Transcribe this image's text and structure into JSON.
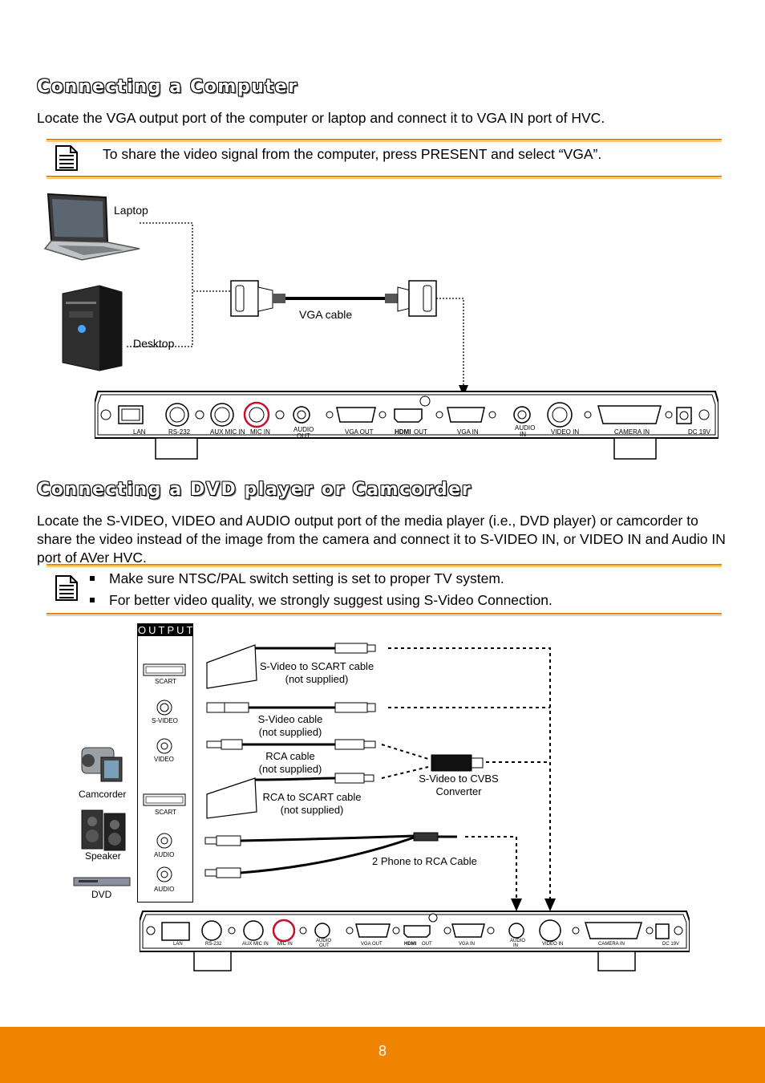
{
  "section1": {
    "heading": "Connecting a Computer",
    "body": "Locate the VGA output port of the computer or laptop and connect it to VGA IN port of HVC.",
    "note": "To share the video signal from the computer, press PRESENT and select “VGA”.",
    "diagram": {
      "laptop_label": "Laptop",
      "desktop_label": "Desktop",
      "cable_label": "VGA cable"
    }
  },
  "device_ports": [
    "LAN",
    "RS-232",
    "AUX MIC IN",
    "MIC IN",
    "AUDIO OUT",
    "VGA OUT",
    "HDMI OUT",
    "VGA IN",
    "AUDIO IN",
    "VIDEO IN",
    "CAMERA IN",
    "DC 19V"
  ],
  "device_port_labels": {
    "lan": "LAN",
    "rs232": "RS-232",
    "aux": "AUX MIC IN",
    "mic": "MIC IN",
    "audio_out_1": "AUDIO",
    "audio_out_2": "OUT",
    "vga_out": "VGA OUT",
    "hdmi": "HDMI",
    "hdmi_out": "OUT",
    "vga_in": "VGA IN",
    "audio_in_1": "AUDIO",
    "audio_in_2": "IN",
    "video_in": "VIDEO IN",
    "camera_in": "CAMERA IN",
    "dc": "DC 19V"
  },
  "section2": {
    "heading": "Connecting a DVD player or Camcorder",
    "body": "Locate the S-VIDEO, VIDEO and AUDIO output port of the media player (i.e., DVD player) or camcorder to share the video instead of the image from the camera and connect it to S-VIDEO IN, or VIDEO IN and Audio IN port of AVer HVC.",
    "notes": [
      "Make sure NTSC/PAL switch setting is set to proper TV system.",
      "For better video quality, we strongly suggest using S-Video Connection."
    ],
    "diagram": {
      "output_title": "OUTPUT",
      "output_ports": [
        "SCART",
        "S-VIDEO",
        "VIDEO",
        "SCART",
        "AUDIO",
        "AUDIO"
      ],
      "sources": [
        "Camcorder",
        "Speaker",
        "DVD"
      ],
      "cables": [
        {
          "line1": "S-Video to SCART cable",
          "line2": "(not supplied)"
        },
        {
          "line1": "S-Video cable",
          "line2": "(not supplied)"
        },
        {
          "line1": "RCA cable",
          "line2": "(not supplied)"
        },
        {
          "line1": "RCA to SCART cable",
          "line2": "(not supplied)"
        }
      ],
      "converter": {
        "line1": "S-Video to CVBS",
        "line2": "Converter"
      },
      "phone_cable": "2 Phone to RCA Cable"
    }
  },
  "page_number": "8",
  "colors": {
    "accent": "#f08300",
    "note_rule_light": "#f6b96d"
  }
}
